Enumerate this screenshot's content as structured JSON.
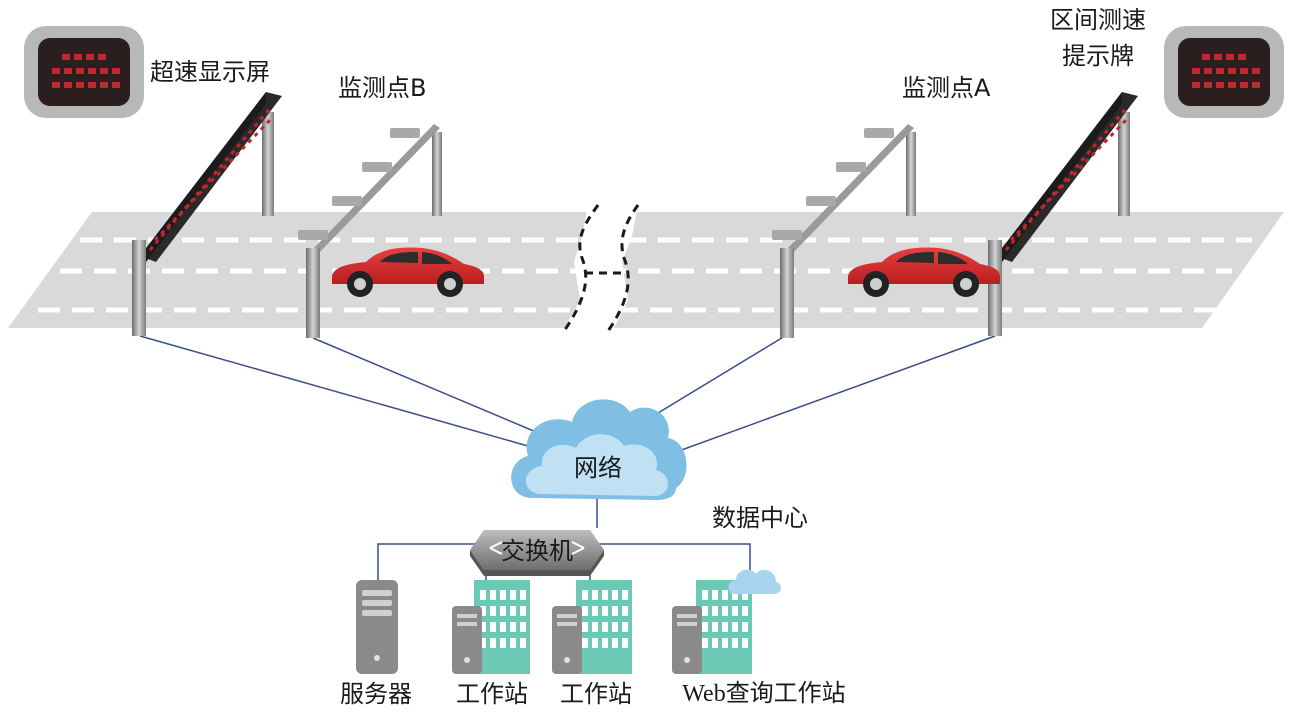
{
  "labels": {
    "overspeed_display": "超速显示屏",
    "monitor_point_b": "监测点B",
    "monitor_point_a": "监测点A",
    "section_speed_sign_line1": "区间测速",
    "section_speed_sign_line2": "提示牌",
    "network": "网络",
    "data_center": "数据中心",
    "switch": "交换机",
    "server": "服务器",
    "workstation_1": "工作站",
    "workstation_2": "工作站",
    "web_workstation": "Web查询工作站"
  },
  "colors": {
    "road": "#d9d9d9",
    "lane_marking": "#ffffff",
    "car": "#d92d2d",
    "cloud": "#7fbfe3",
    "cloud_light": "#bfe1f3",
    "building": "#6cc9b6",
    "server": "#8a8a8a",
    "line": "#3b4f8a",
    "led": "#c0282d"
  },
  "icons": [
    "led-display-icon",
    "car-icon",
    "camera-icon",
    "cloud-icon",
    "switch-icon",
    "server-icon",
    "building-icon"
  ]
}
